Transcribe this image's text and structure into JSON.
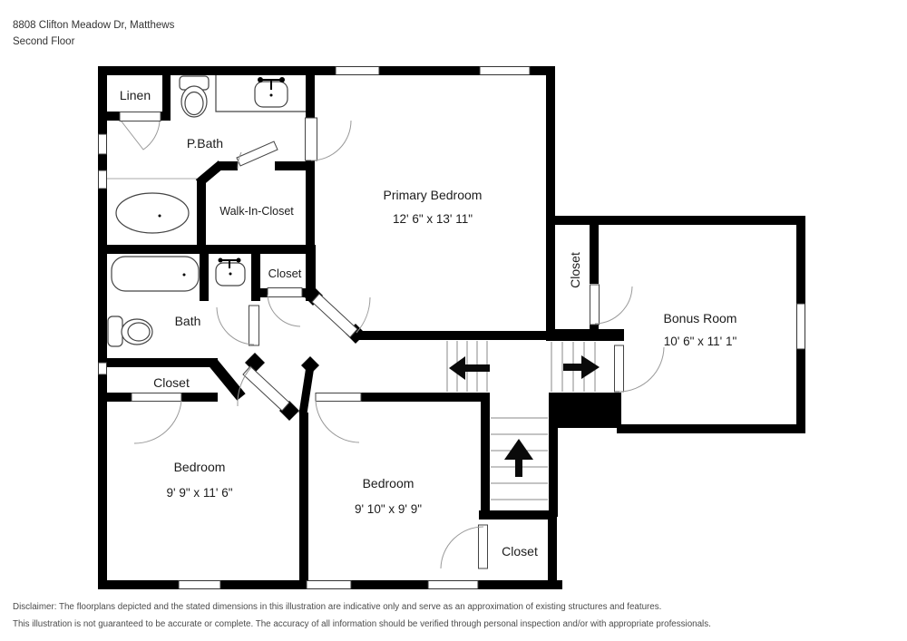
{
  "header": {
    "address": "8808 Clifton Meadow Dr, Matthews",
    "floor": "Second Floor"
  },
  "rooms": {
    "linen": {
      "label": "Linen"
    },
    "pbath": {
      "label": "P.Bath"
    },
    "wic": {
      "label": "Walk-In-Closet"
    },
    "primary": {
      "label": "Primary Bedroom",
      "dims": "12' 6\" x 13' 11\""
    },
    "closet_bath": {
      "label": "Closet"
    },
    "bath": {
      "label": "Bath"
    },
    "closet_hall": {
      "label": "Closet"
    },
    "bedroom_left": {
      "label": "Bedroom",
      "dims": "9' 9\" x 11' 6\""
    },
    "bedroom_mid": {
      "label": "Bedroom",
      "dims": "9' 10\" x 9' 9\""
    },
    "closet_mid": {
      "label": "Closet"
    },
    "closet_bonus": {
      "label": "Closet"
    },
    "bonus": {
      "label": "Bonus Room",
      "dims": "10' 6\" x 11' 1\""
    }
  },
  "icons": {
    "stairs_up_arrow": "up-arrow",
    "stairs_left_arrow": "left-arrow",
    "stairs_right_arrow": "right-arrow"
  },
  "colors": {
    "wall": "#000000",
    "background": "#ffffff",
    "fixture_line": "#444444",
    "door_arc": "#999999",
    "label_text": "#1c1c1c",
    "disclaimer_text": "#4b4b4b"
  },
  "footer": {
    "disclaimer_line1": "Disclaimer: The floorplans depicted and the stated dimensions in this illustration are indicative only and serve as an approximation of existing structures and features.",
    "disclaimer_line2": "This illustration is not guaranteed to be accurate or complete. The accuracy of all information should be verified through personal inspection and/or with appropriate professionals."
  }
}
